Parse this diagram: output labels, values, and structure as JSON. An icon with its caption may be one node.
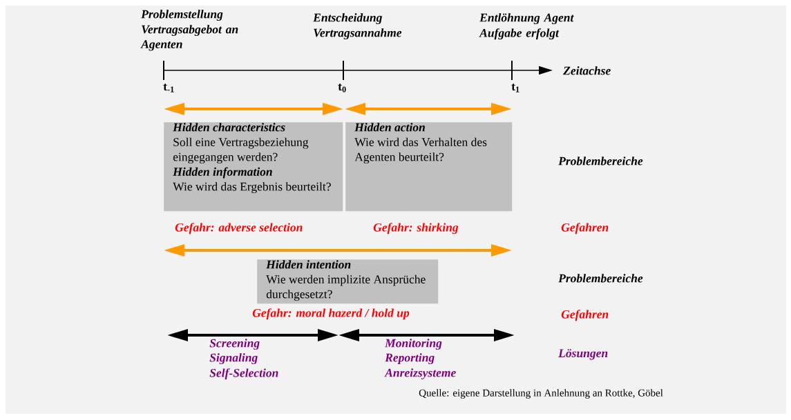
{
  "diagram": {
    "nodes": [
      {
        "text": [
          "Hidden characteristics",
          "Soll eine Vertragsbeziehung eingegangen werden?",
          "Hidden information",
          "Wie wird das Ergebnis beurteilt?"
        ]
      },
      {
        "text": [
          "Hidden action",
          "Wie wird das Verhalten des Agenten beurteilt?"
        ]
      },
      {
        "text": [
          "Hidden intention",
          "Wie werden implizite Ansprüche durchgesetzt?"
        ]
      }
    ],
    "edges": [],
    "labels": [
      "Problemstellung",
      "Vertragsabgebot an Agenten",
      "Entscheidung",
      "Vertragsannahme",
      "Entlöhnung Agent",
      "Aufgabe erfolgt",
      "Zeitachse",
      "t$_{-1}$",
      "t$_{0}$",
      "t$_{1}$",
      "Problembereiche",
      "Gefahr: adverse selection",
      "Gefahr: shirking",
      "Gefahren",
      "Problembereiche",
      "Gefahr: moral hazerd / hold up",
      "Gefahren",
      "Screening",
      "Signaling",
      "Self-Selection",
      "Monitoring",
      "Reporting",
      "Anreizsysteme",
      "Lösungen",
      "Quelle: eigene Darstellung in Anlehnung an Rottke, Göbel"
    ]
  }
}
